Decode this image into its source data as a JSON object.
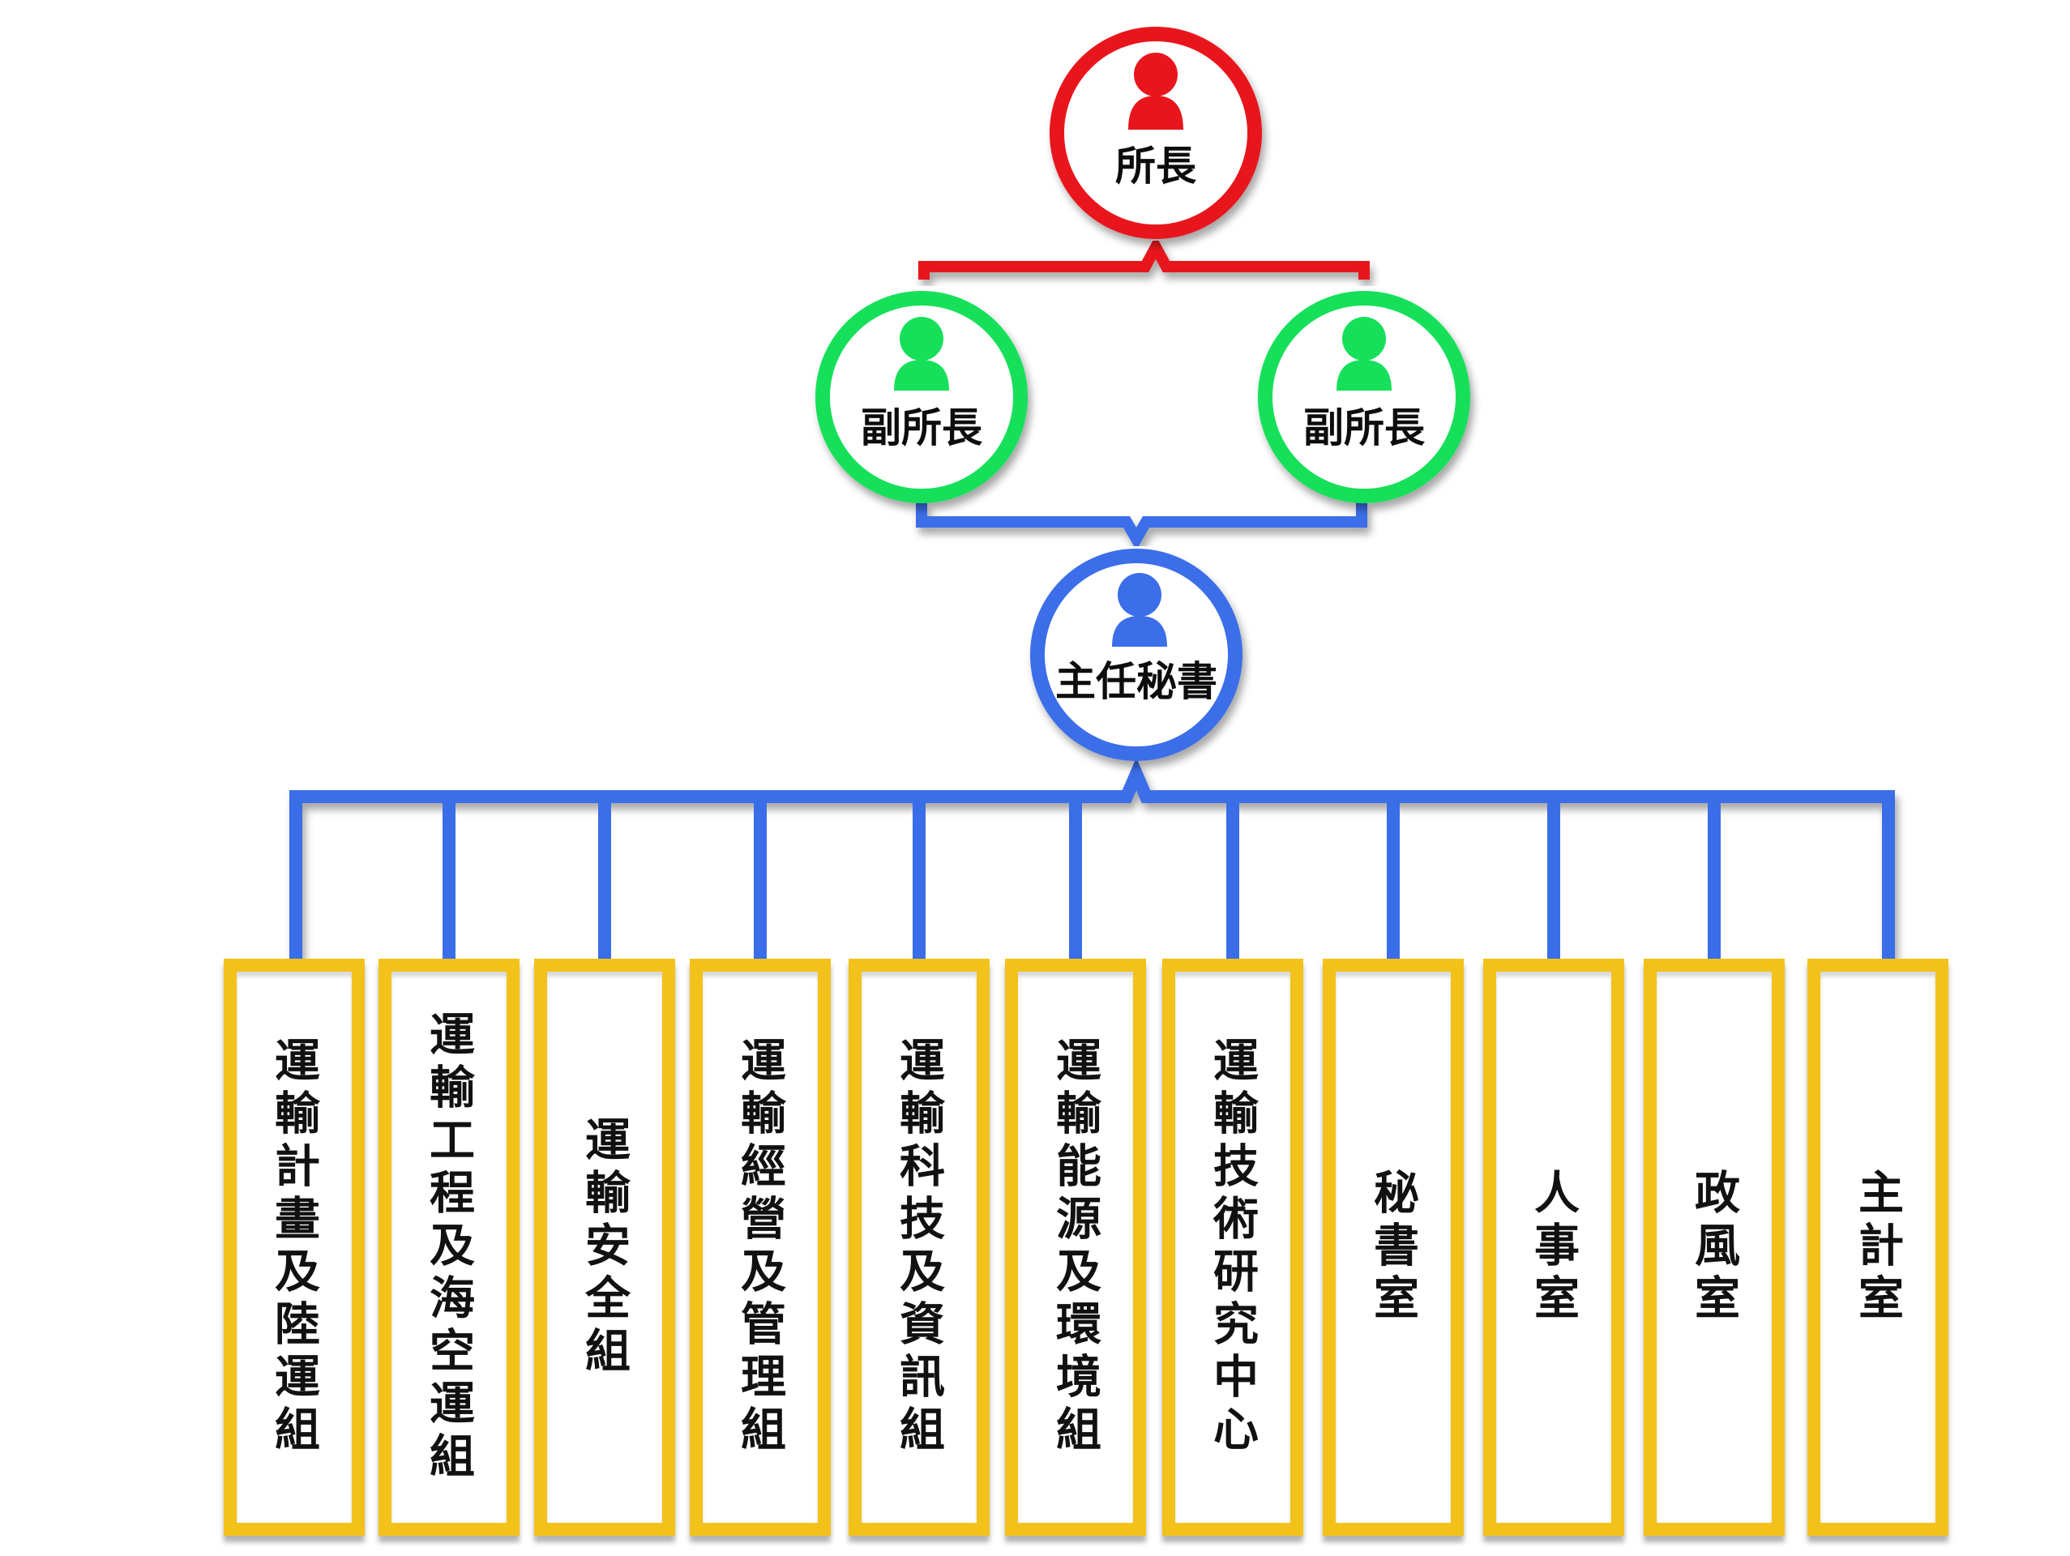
{
  "director": {
    "label": "所長",
    "color": "#e8141c"
  },
  "deputies": [
    {
      "label": "副所長",
      "color": "#14e05a"
    },
    {
      "label": "副所長",
      "color": "#14e05a"
    }
  ],
  "secretary_general": {
    "label": "主任秘書",
    "color": "#3a6ee8"
  },
  "units": [
    {
      "label": "運輸計畫及陸運組"
    },
    {
      "label": "運輸工程及海空運組"
    },
    {
      "label": "運輸安全組"
    },
    {
      "label": "運輸經營及管理組"
    },
    {
      "label": "運輸科技及資訊組"
    },
    {
      "label": "運輸能源及環境組"
    },
    {
      "label": "運輸技術研究中心"
    },
    {
      "label": "秘書室"
    },
    {
      "label": "人事室"
    },
    {
      "label": "政風室"
    },
    {
      "label": "主計室"
    }
  ],
  "unit_color": "#f2c21a"
}
